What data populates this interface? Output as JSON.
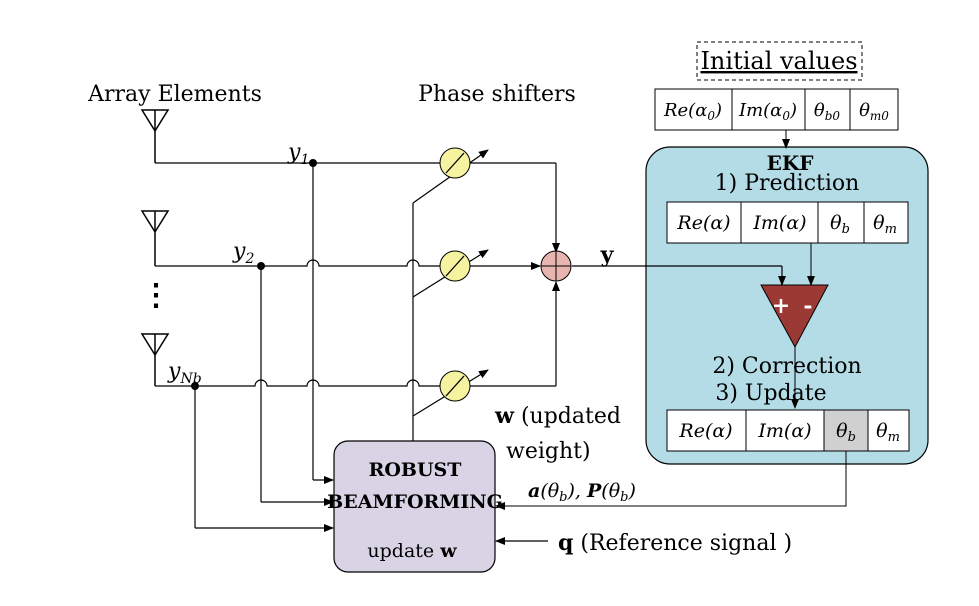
{
  "labels": {
    "array_elements": "Array Elements",
    "phase_shifters": "Phase shifters",
    "y1": "y",
    "y1_sub": "1",
    "y2": "y",
    "y2_sub": "2",
    "yNb": "y",
    "yNb_sub": "Nb",
    "dots": "⋮",
    "y_out": "y"
  },
  "initial_values": {
    "title": "Initial values",
    "cells": [
      "Re(α0)",
      "Im(α0)",
      "θb0",
      "θm0"
    ],
    "cell_parts": [
      {
        "pre": "Re(α",
        "sub": "0",
        "post": ")"
      },
      {
        "pre": "Im(α",
        "sub": "0",
        "post": ")"
      },
      {
        "pre": "θ",
        "sub": "b0",
        "post": ""
      },
      {
        "pre": "θ",
        "sub": "m0",
        "post": ""
      }
    ]
  },
  "ekf": {
    "title": "EKF",
    "step1": "1) Prediction",
    "step2": "2) Correction",
    "step3": "3) Update",
    "prediction_cells": [
      {
        "pre": "Re(α)",
        "sub": ""
      },
      {
        "pre": "Im(α)",
        "sub": ""
      },
      {
        "pre": "θ",
        "sub": "b"
      },
      {
        "pre": "θ",
        "sub": "m"
      }
    ],
    "update_cells": [
      {
        "pre": "Re(α)",
        "sub": ""
      },
      {
        "pre": "Im(α)",
        "sub": ""
      },
      {
        "pre": "θ",
        "sub": "b"
      },
      {
        "pre": "θ",
        "sub": "m"
      }
    ],
    "plus": "+",
    "minus": "-"
  },
  "robust": {
    "line1": "ROBUST",
    "line2": "BEAMFORMING",
    "line3": "update ",
    "line3_bold": "w"
  },
  "w_label": {
    "bold": "w",
    "rest": " (updated",
    "line2": "weight)"
  },
  "steering": {
    "a": "a",
    "a_arg": "(θ",
    "a_sub": "b",
    "a_close": "), ",
    "p": "P",
    "p_arg": "(θ",
    "p_sub": "b",
    "p_close": ")"
  },
  "q_label": {
    "bold": "q",
    "rest": " (Reference signal )"
  },
  "colors": {
    "ekf_bg": "#b3dce6",
    "phase_shifter": "#f5f3a0",
    "summer": "#e8b4b0",
    "triangle": "#9b3a34",
    "robust_bg": "#d9d3e6",
    "theta_highlight": "#d0d0d0"
  }
}
